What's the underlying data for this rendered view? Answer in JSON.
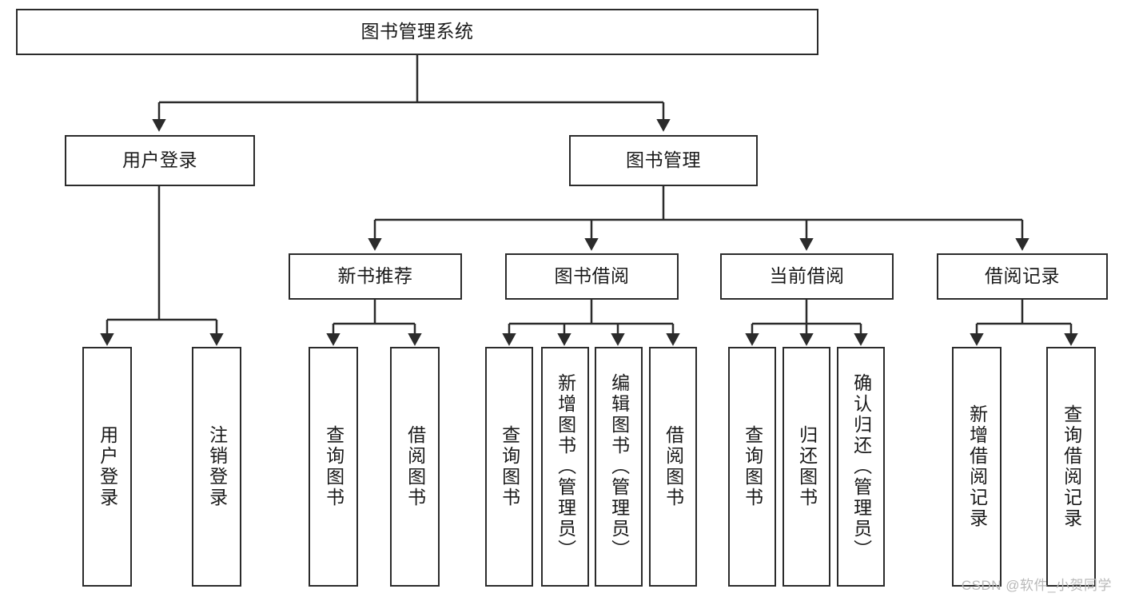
{
  "diagram": {
    "title": "图书管理系统",
    "type": "tree-hierarchy-diagram",
    "root": {
      "label": "图书管理系统"
    },
    "level2": [
      {
        "label": "用户登录"
      },
      {
        "label": "图书管理"
      }
    ],
    "level3": [
      {
        "label": "新书推荐"
      },
      {
        "label": "图书借阅"
      },
      {
        "label": "当前借阅"
      },
      {
        "label": "借阅记录"
      }
    ],
    "leaves_user_login": [
      {
        "label": "用户登录"
      },
      {
        "label": "注销登录"
      }
    ],
    "leaves_new_book": [
      {
        "label": "查询图书"
      },
      {
        "label": "借阅图书"
      }
    ],
    "leaves_borrow": [
      {
        "label": "查询图书"
      },
      {
        "label": "新增图书（管理员）"
      },
      {
        "label": "编辑图书（管理员）"
      },
      {
        "label": "借阅图书"
      }
    ],
    "leaves_current": [
      {
        "label": "查询图书"
      },
      {
        "label": "归还图书"
      },
      {
        "label": "确认归还（管理员）"
      }
    ],
    "leaves_record": [
      {
        "label": "新增借阅记录"
      },
      {
        "label": "查询借阅记录"
      }
    ]
  },
  "watermark": {
    "text": "CSDN @软件_小贺同学"
  },
  "colors": {
    "stroke": "#2b2b2b",
    "fill": "#ffffff",
    "text": "#1a1a1a",
    "watermark": "#b9b9b9"
  }
}
